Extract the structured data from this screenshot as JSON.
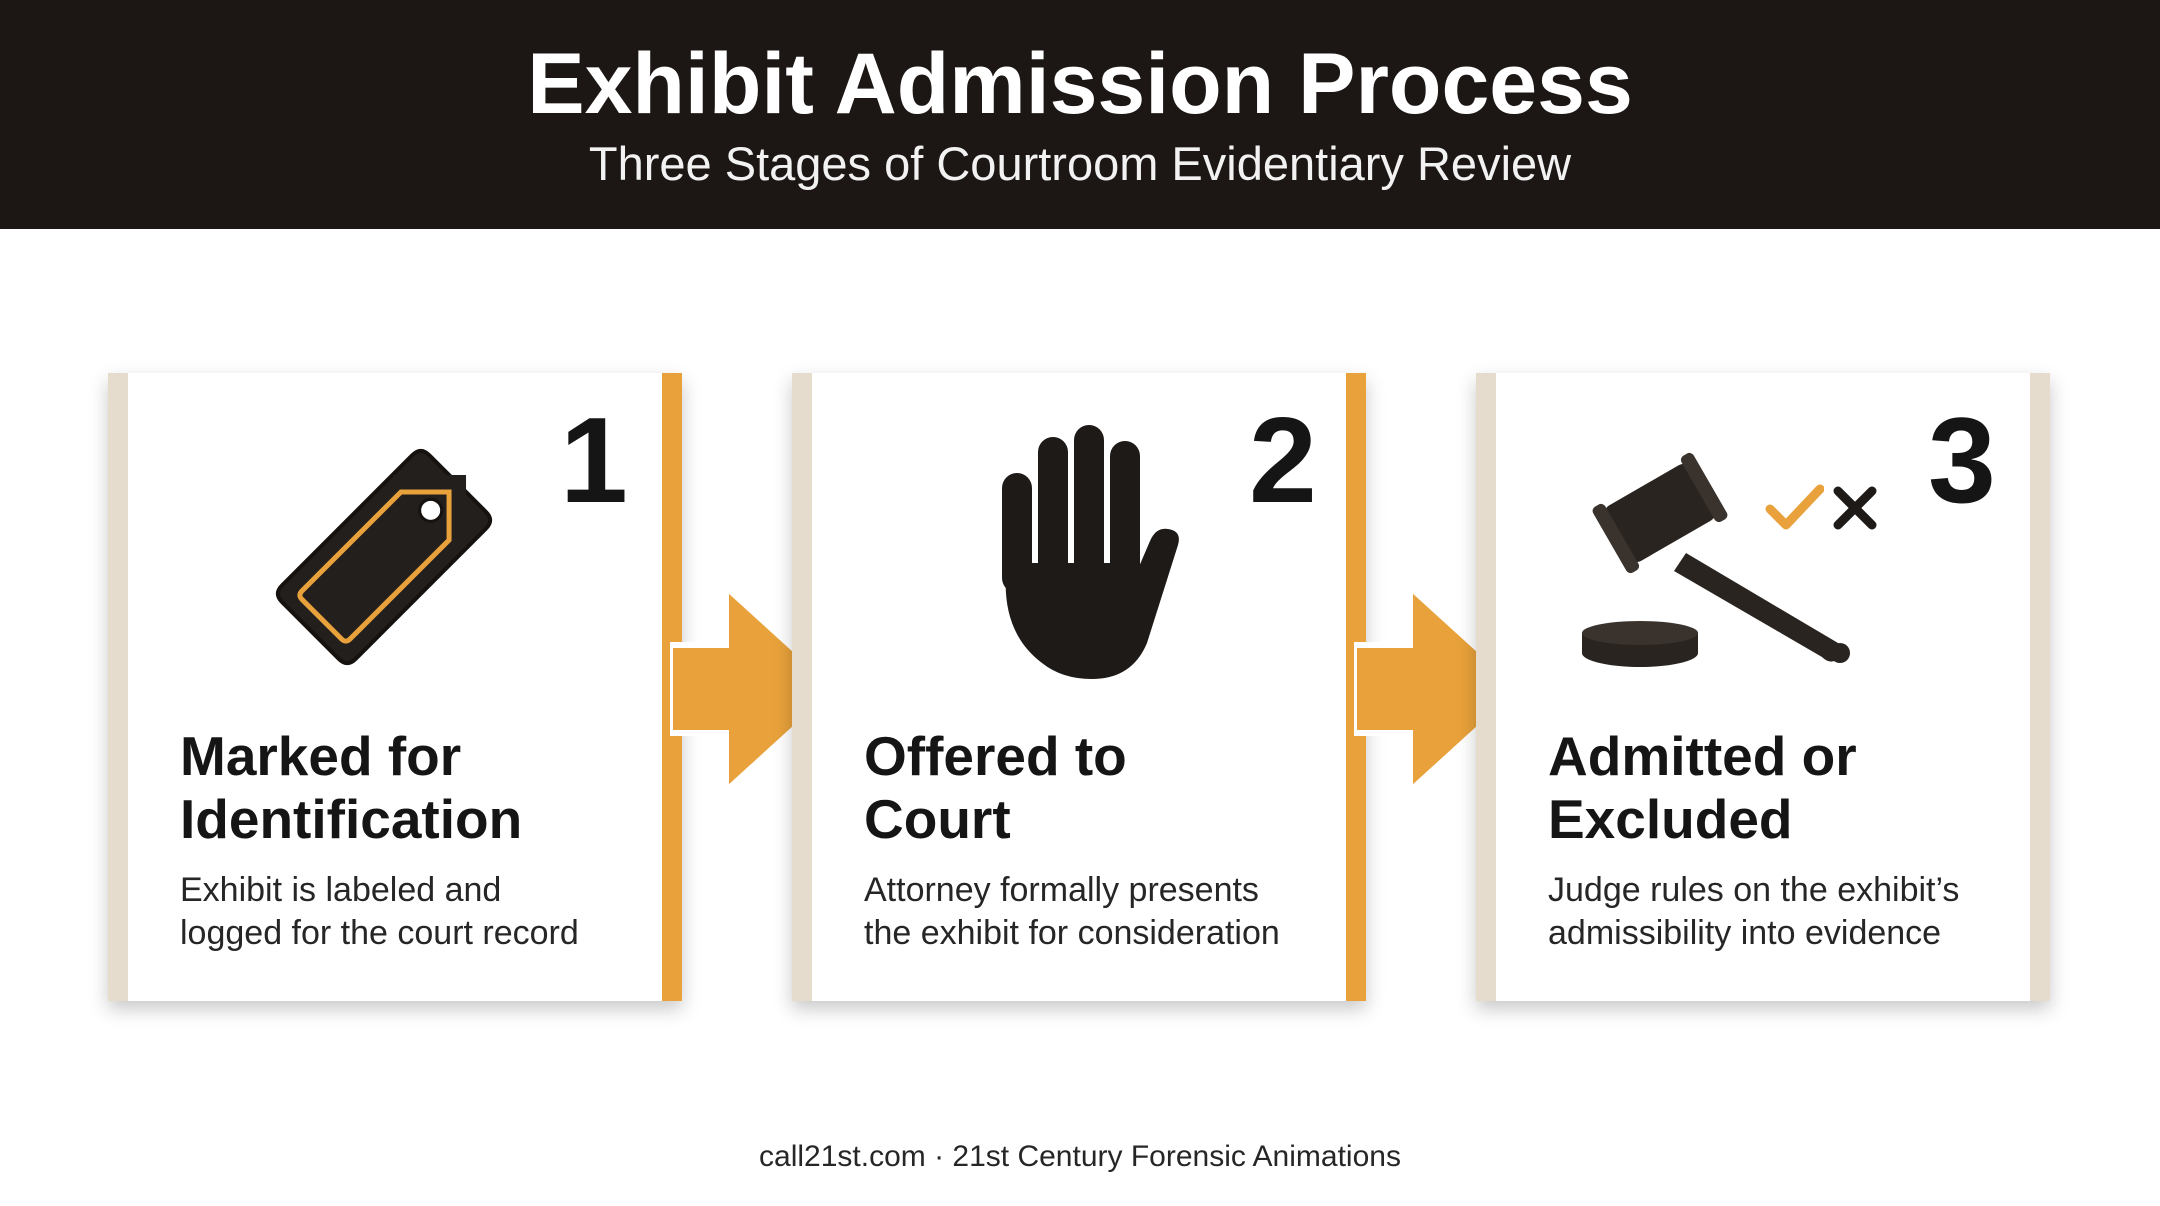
{
  "header": {
    "title": "Exhibit Admission Process",
    "subtitle": "Three Stages of Courtroom Evidentiary Review"
  },
  "steps": [
    {
      "number": "1",
      "title_line1": "Marked for",
      "title_line2": "Identification",
      "desc_line1": "Exhibit is labeled and",
      "desc_line2": "logged for the court record",
      "icon": "tag-icon"
    },
    {
      "number": "2",
      "title_line1": "Offered to",
      "title_line2": "Court",
      "desc_line1": "Attorney formally presents",
      "desc_line2": "the exhibit for consideration",
      "icon": "hand-icon"
    },
    {
      "number": "3",
      "title_line1": "Admitted or",
      "title_line2": "Excluded",
      "desc_line1": "Judge rules on the exhibit’s",
      "desc_line2": "admissibility into evidence",
      "icon": "gavel-icon"
    }
  ],
  "colors": {
    "header_bg": "#1c1714",
    "accent": "#e9a23b",
    "stripe": "#e6dccd",
    "ink": "#151515"
  },
  "footer": {
    "text": "call21st.com · 21st Century Forensic Animations"
  }
}
